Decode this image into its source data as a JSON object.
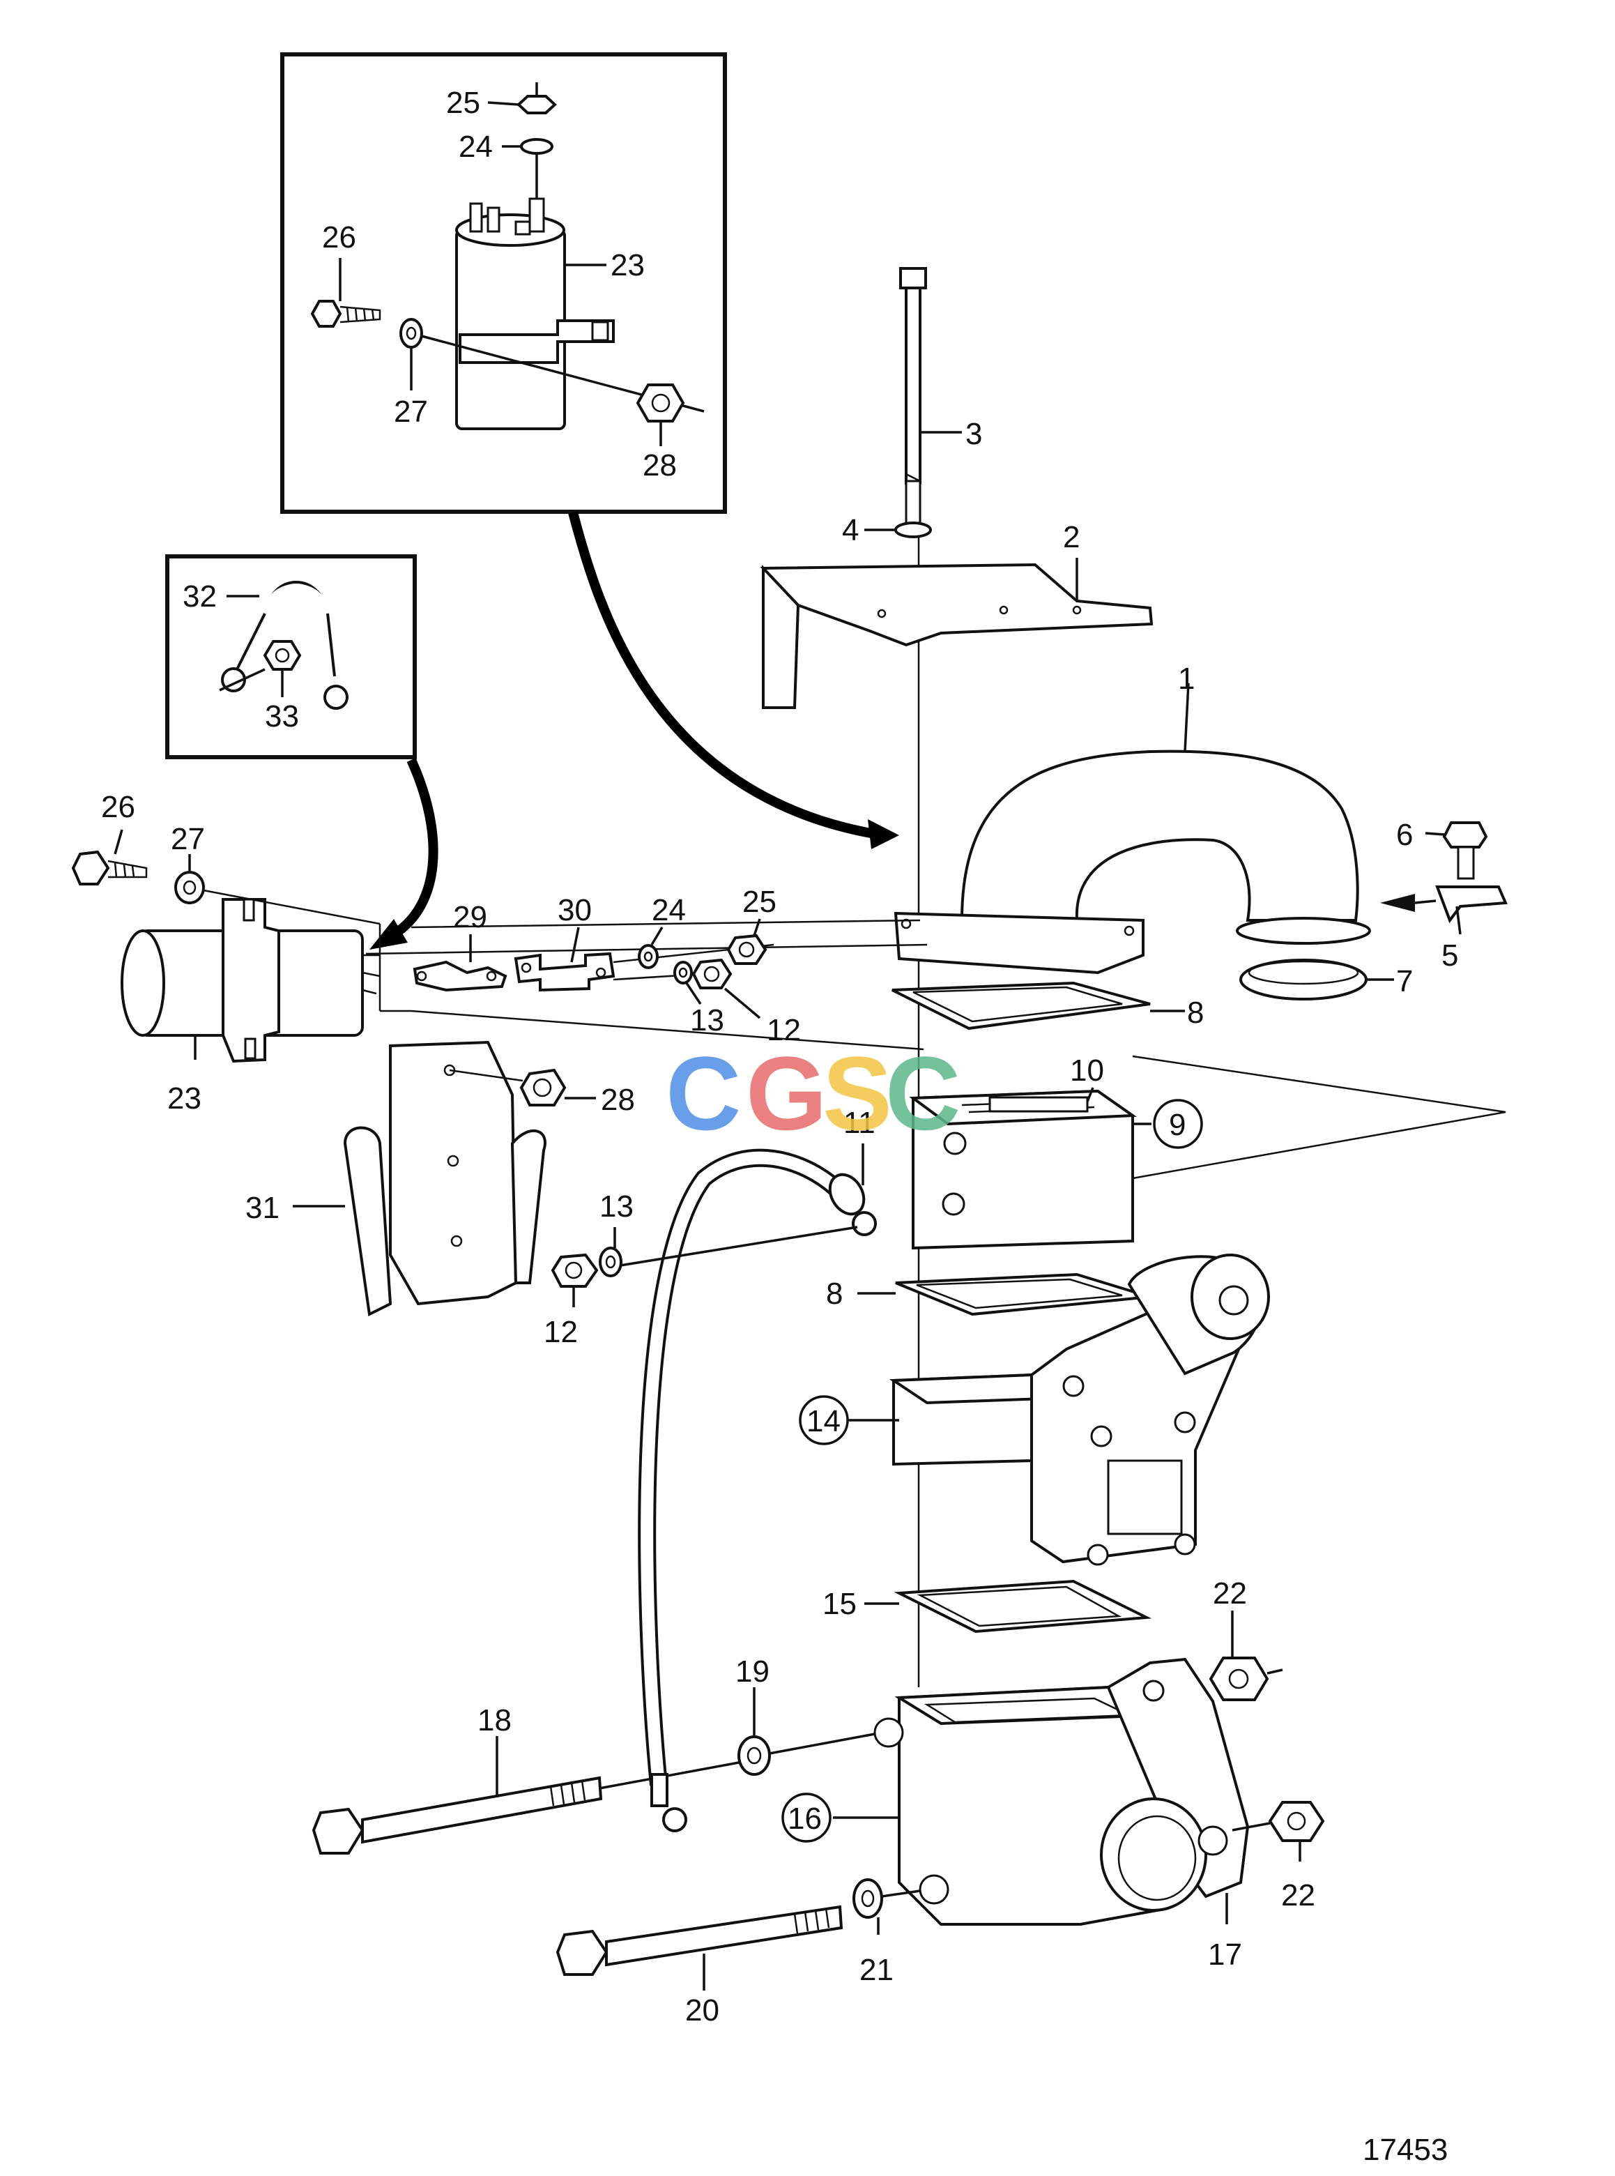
{
  "drawing_number": "17453",
  "watermark": {
    "letters": [
      "C",
      "G",
      "S",
      "C"
    ],
    "colors": [
      "#4f8fe6",
      "#e86a6a",
      "#f4c542",
      "#5cb88a"
    ]
  },
  "callouts": {
    "l1": "1",
    "l2": "2",
    "l3": "3",
    "l4": "4",
    "l5": "5",
    "l6": "6",
    "l7": "7",
    "l8a": "8",
    "l8b": "8",
    "l9": "9",
    "l10": "10",
    "l11": "11",
    "l12a": "12",
    "l12b": "12",
    "l13a": "13",
    "l13b": "13",
    "l14": "14",
    "l15": "15",
    "l16": "16",
    "l17": "17",
    "l18": "18",
    "l19": "19",
    "l20": "20",
    "l21": "21",
    "l22a": "22",
    "l22b": "22",
    "l23a": "23",
    "l23b": "23",
    "l24a": "24",
    "l24b": "24",
    "l25a": "25",
    "l25b": "25",
    "l26a": "26",
    "l26b": "26",
    "l27a": "27",
    "l27b": "27",
    "l28a": "28",
    "l28b": "28",
    "l29": "29",
    "l30": "30",
    "l31": "31",
    "l32": "32",
    "l33": "33"
  }
}
